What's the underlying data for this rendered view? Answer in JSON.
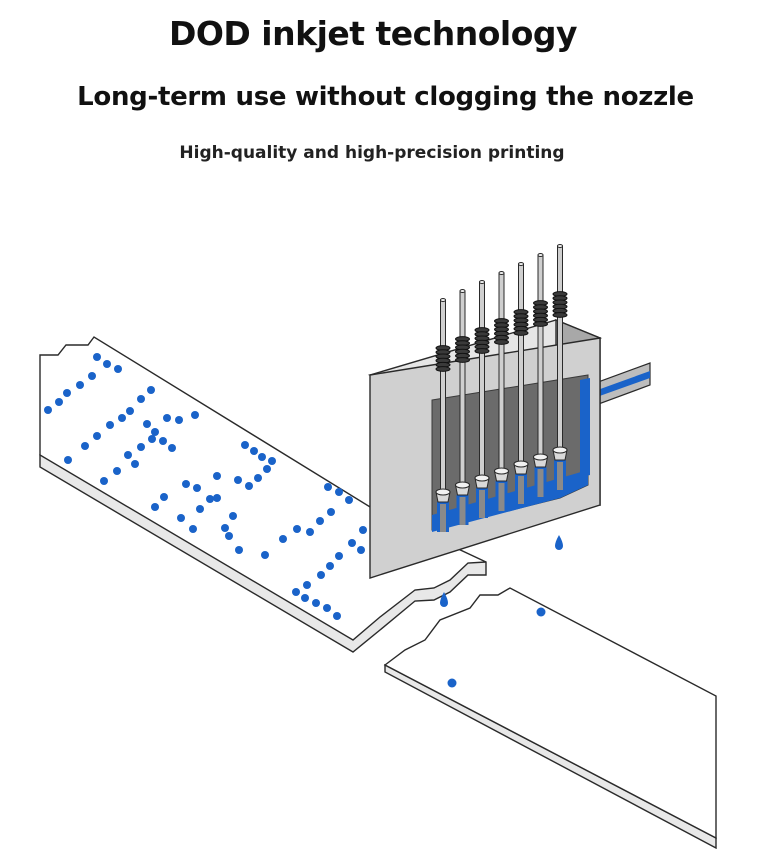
{
  "header": {
    "title": "DOD inkjet technology",
    "subtitle": "Long-term use without clogging the nozzle",
    "tagline": "High-quality and high-precision printing"
  },
  "colors": {
    "ink": "#1a63c9",
    "head_front": "#cfcfcf",
    "head_side": "#a8a8a8",
    "head_top": "#e6e6e6",
    "cavity": "#6b6b6b",
    "paper": "#ffffff",
    "outline": "#2a2a2a"
  },
  "diagram": {
    "nozzle_count": 7,
    "icons": [
      "print-head",
      "piezo-spring",
      "ink-channel",
      "ink-droplet",
      "paper-strip"
    ]
  }
}
